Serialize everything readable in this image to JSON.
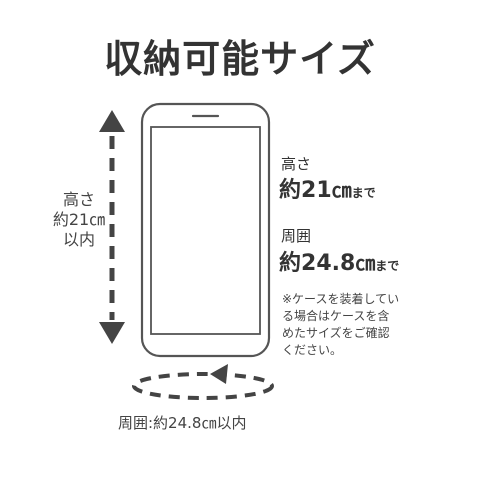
{
  "title": "収納可能サイズ",
  "left_label": {
    "line1": "高さ",
    "line2": "約21㎝",
    "line3": "以内"
  },
  "height_spec": {
    "label": "高さ",
    "prefix": "約",
    "number": "21",
    "unit": "㎝",
    "suffix": "まで"
  },
  "circumference_spec": {
    "label": "周囲",
    "prefix": "約",
    "number": "24.8",
    "unit": "㎝",
    "suffix": "まで"
  },
  "note": {
    "line1": "※ケースを装着してい",
    "line2": "る場合はケースを含",
    "line3": "めたサイズをご確認",
    "line4": "ください。"
  },
  "bottom_label": "周囲:約24.8㎝以内",
  "colors": {
    "text": "#333333",
    "arrow": "#444444",
    "phone_outline": "#555555"
  }
}
